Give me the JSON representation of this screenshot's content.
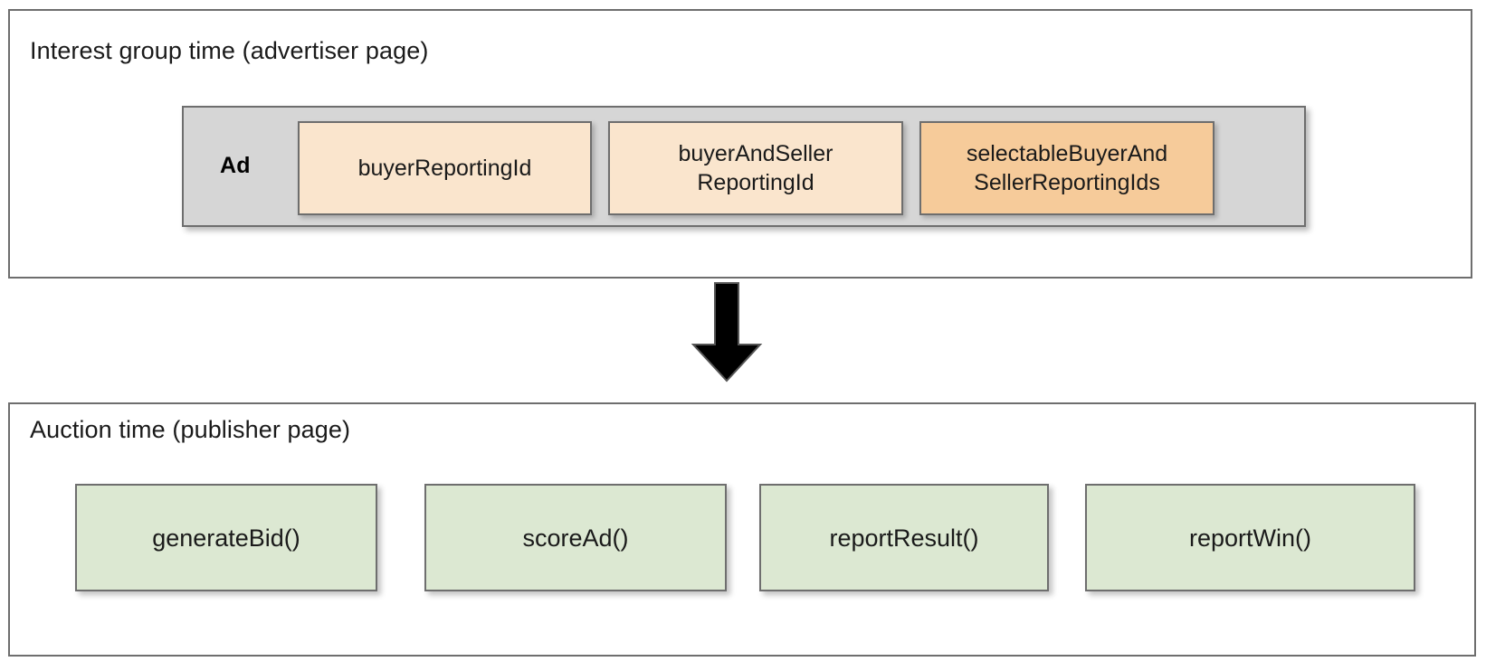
{
  "diagram": {
    "title_top": "Interest group time (advertiser page)",
    "title_bottom": "Auction time (publisher page)",
    "arrow": {
      "icon": "down-arrow-icon",
      "direction": "down",
      "color": "#000000"
    },
    "colors": {
      "panel_border": "#6e6e6e",
      "ad_container_fill": "#d6d6d6",
      "reporting_id_light": "#fae5cd",
      "reporting_id_dark": "#f6cb9a",
      "function_box_fill": "#dce8d2",
      "text": "#1a1a1a"
    }
  },
  "advertiser_section": {
    "ad_label": "Ad",
    "reporting_ids": [
      {
        "lines": [
          "buyerReportingId"
        ],
        "tone": "light"
      },
      {
        "lines": [
          "buyerAndSeller",
          "ReportingId"
        ],
        "tone": "light"
      },
      {
        "lines": [
          "selectableBuyerAnd",
          "SellerReportingIds"
        ],
        "tone": "dark"
      }
    ]
  },
  "publisher_section": {
    "functions": [
      {
        "label": "generateBid()"
      },
      {
        "label": "scoreAd()"
      },
      {
        "label": "reportResult()"
      },
      {
        "label": "reportWin()"
      }
    ]
  }
}
